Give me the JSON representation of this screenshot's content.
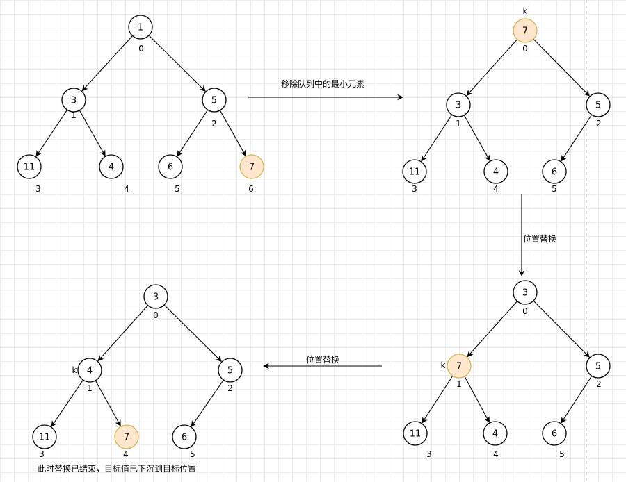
{
  "colors": {
    "node_stroke": "#000000",
    "highlight_fill": "#ffe6cc",
    "highlight_stroke": "#d6b656",
    "grid": "#ececec"
  },
  "stages": [
    {
      "id": "stage1",
      "nodes": [
        {
          "id": "n0",
          "value": "1",
          "index": "0",
          "highlight": false,
          "pointer": ""
        },
        {
          "id": "n1",
          "value": "3",
          "index": "1",
          "highlight": false,
          "pointer": ""
        },
        {
          "id": "n2",
          "value": "5",
          "index": "2",
          "highlight": false,
          "pointer": ""
        },
        {
          "id": "n3",
          "value": "11",
          "index": "3",
          "highlight": false,
          "pointer": ""
        },
        {
          "id": "n4",
          "value": "4",
          "index": "4",
          "highlight": false,
          "pointer": ""
        },
        {
          "id": "n5",
          "value": "6",
          "index": "5",
          "highlight": false,
          "pointer": ""
        },
        {
          "id": "n6",
          "value": "7",
          "index": "6",
          "highlight": true,
          "pointer": ""
        }
      ]
    },
    {
      "id": "stage2",
      "nodes": [
        {
          "id": "n0",
          "value": "7",
          "index": "0",
          "highlight": true,
          "pointer": "k"
        },
        {
          "id": "n1",
          "value": "3",
          "index": "1",
          "highlight": false,
          "pointer": ""
        },
        {
          "id": "n2",
          "value": "5",
          "index": "2",
          "highlight": false,
          "pointer": ""
        },
        {
          "id": "n3",
          "value": "11",
          "index": "3",
          "highlight": false,
          "pointer": ""
        },
        {
          "id": "n4",
          "value": "4",
          "index": "4",
          "highlight": false,
          "pointer": ""
        },
        {
          "id": "n5",
          "value": "6",
          "index": "5",
          "highlight": false,
          "pointer": ""
        }
      ]
    },
    {
      "id": "stage3",
      "nodes": [
        {
          "id": "n0",
          "value": "3",
          "index": "0",
          "highlight": false,
          "pointer": ""
        },
        {
          "id": "n1",
          "value": "7",
          "index": "1",
          "highlight": true,
          "pointer": "k"
        },
        {
          "id": "n2",
          "value": "5",
          "index": "2",
          "highlight": false,
          "pointer": ""
        },
        {
          "id": "n3",
          "value": "11",
          "index": "3",
          "highlight": false,
          "pointer": ""
        },
        {
          "id": "n4",
          "value": "4",
          "index": "4",
          "highlight": false,
          "pointer": ""
        },
        {
          "id": "n5",
          "value": "6",
          "index": "5",
          "highlight": false,
          "pointer": ""
        }
      ]
    },
    {
      "id": "stage4",
      "nodes": [
        {
          "id": "n0",
          "value": "3",
          "index": "0",
          "highlight": false,
          "pointer": ""
        },
        {
          "id": "n1",
          "value": "4",
          "index": "1",
          "highlight": false,
          "pointer": "k"
        },
        {
          "id": "n2",
          "value": "5",
          "index": "2",
          "highlight": false,
          "pointer": ""
        },
        {
          "id": "n3",
          "value": "11",
          "index": "3",
          "highlight": false,
          "pointer": ""
        },
        {
          "id": "n4",
          "value": "7",
          "index": "4",
          "highlight": true,
          "pointer": ""
        },
        {
          "id": "n5",
          "value": "6",
          "index": "5",
          "highlight": false,
          "pointer": ""
        }
      ]
    }
  ],
  "transitions": {
    "remove_min": "移除队列中的最小元素",
    "swap_down": "位置替换",
    "swap_left": "位置替换"
  },
  "final_note": "此时替换已结束，目标值已下沉到目标位置"
}
